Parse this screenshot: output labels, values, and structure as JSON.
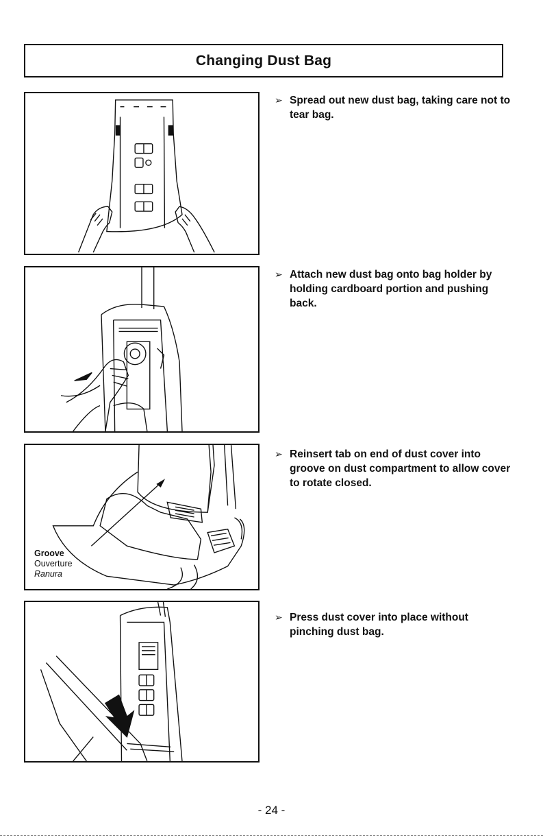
{
  "header": {
    "title": "Changing Dust Bag"
  },
  "steps": [
    {
      "marker": "➢",
      "text": "Spread out new dust bag, taking care not to tear bag."
    },
    {
      "marker": "➢",
      "text": "Attach new dust bag onto bag holder by holding cardboard portion and pushing back."
    },
    {
      "marker": "➢",
      "text": "Reinsert tab on end of dust cover into groove on dust compartment to allow cover to rotate closed."
    },
    {
      "marker": "➢",
      "text": "Press dust cover into place without pinching dust bag."
    }
  ],
  "figure3": {
    "label_en": "Groove",
    "label_fr": "Ouverture",
    "label_es": "Ranura"
  },
  "footer": {
    "page_number": "- 24 -"
  }
}
